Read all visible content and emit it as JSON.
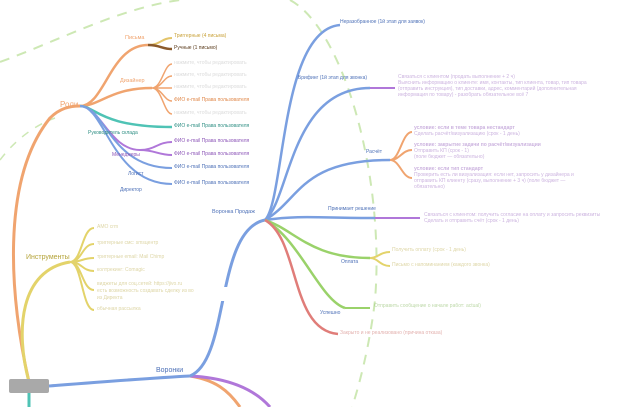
{
  "colors": {
    "orange": "#f0a46f",
    "teal": "#4fc3b5",
    "purple": "#b077d9",
    "blue": "#7a9fe0",
    "brown": "#8b5a2b",
    "yellow": "#e3d36a",
    "green": "#9ad26a",
    "red": "#e07d79",
    "dash_green": "#cde8b4",
    "root_gray": "#a9a9a9"
  },
  "roles": {
    "title": "Роли",
    "letters": {
      "title": "Письма",
      "items": [
        "Триггерные (4 письма)",
        "Ручные (1 письмо)"
      ]
    },
    "designer": {
      "title": "Дизайнер",
      "items": [
        "нажмите, чтобы редактировать",
        "нажмите, чтобы редактировать",
        "нажмите, чтобы редактировать",
        "ФИО e-mail Права пользователя",
        "нажмите, чтобы редактировать"
      ]
    },
    "warehouse_head": {
      "title": "Руководитель склада",
      "item": "ФИО e-mail Права пользователя"
    },
    "managers": {
      "title": "Менеджеры",
      "items": [
        "ФИО e-mail Права пользователя",
        "ФИО e-mail Права пользователя"
      ]
    },
    "logist": {
      "title": "Логист",
      "item": "ФИО e-mail Права пользователя"
    },
    "director": {
      "title": "Директор",
      "item": "ФИО e-mail Права пользователя"
    }
  },
  "tools": {
    "title": "Инструменты",
    "items": [
      "AMO crm",
      "триггерные смс: smsцентр",
      "триггерные email: Mail Chimp",
      "колтрекинг: Comagic",
      "виджеты для соц.сетей: https://jivo.ru",
      "есть возможность создавать сделку из во",
      "из Директа",
      "обычная рассылка"
    ]
  },
  "funnels": {
    "title": "Воронки",
    "sales": {
      "title": "Воронка Продаж",
      "stages": {
        "unsorted": "Неразобранное (1й этап для заявок)",
        "briefing": "Брифинг (1й этап для звонка)",
        "briefing_note": [
          "Связаться с клиентом (продать выполнение + 2 ч)",
          "Выяснить информацию о клиенте: имя, контакты, тип клиента, товар, тип товара",
          "(отправить инструкция), тип доставки, адрес, комментарий (дополнительная",
          "информация по товару) - разобрать обязательное всё 7"
        ],
        "calc": "Расчёт",
        "calc_notes": [
          "условие: если в теме товара нестандарт",
          "Сделать расчёт/визуализацию (срок - 1 день)",
          "условие: закрытие задачи по расчёт/визуализации",
          "Отправить КП (срок - 1)",
          "(поле бюджет — обязательно)",
          "условие: если тип стандарт",
          "Проверить есть ли визуализация: если нет, запросить у дизайнера и",
          "отправить КП клиенту (сразу, выполнение + 3 ч) (поле бюджет —",
          "обязательно)"
        ],
        "decision": "Принимает решение",
        "decision_note": [
          "Связаться с клиентом: получить согласие на оплату и запросить реквизиты",
          "Сделать и отправить счёт (срок - 1 день)"
        ],
        "payment": "Оплата",
        "payment_notes": [
          "Получить оплату (срок - 1 день)",
          "Письмо с напоминанием (каждого звонка)"
        ],
        "success": "Успешно",
        "success_note": "Отправить сообщение о начале работ: actual)",
        "closed_note": "Закрыто и не реализовано (причина отказа)"
      }
    }
  }
}
